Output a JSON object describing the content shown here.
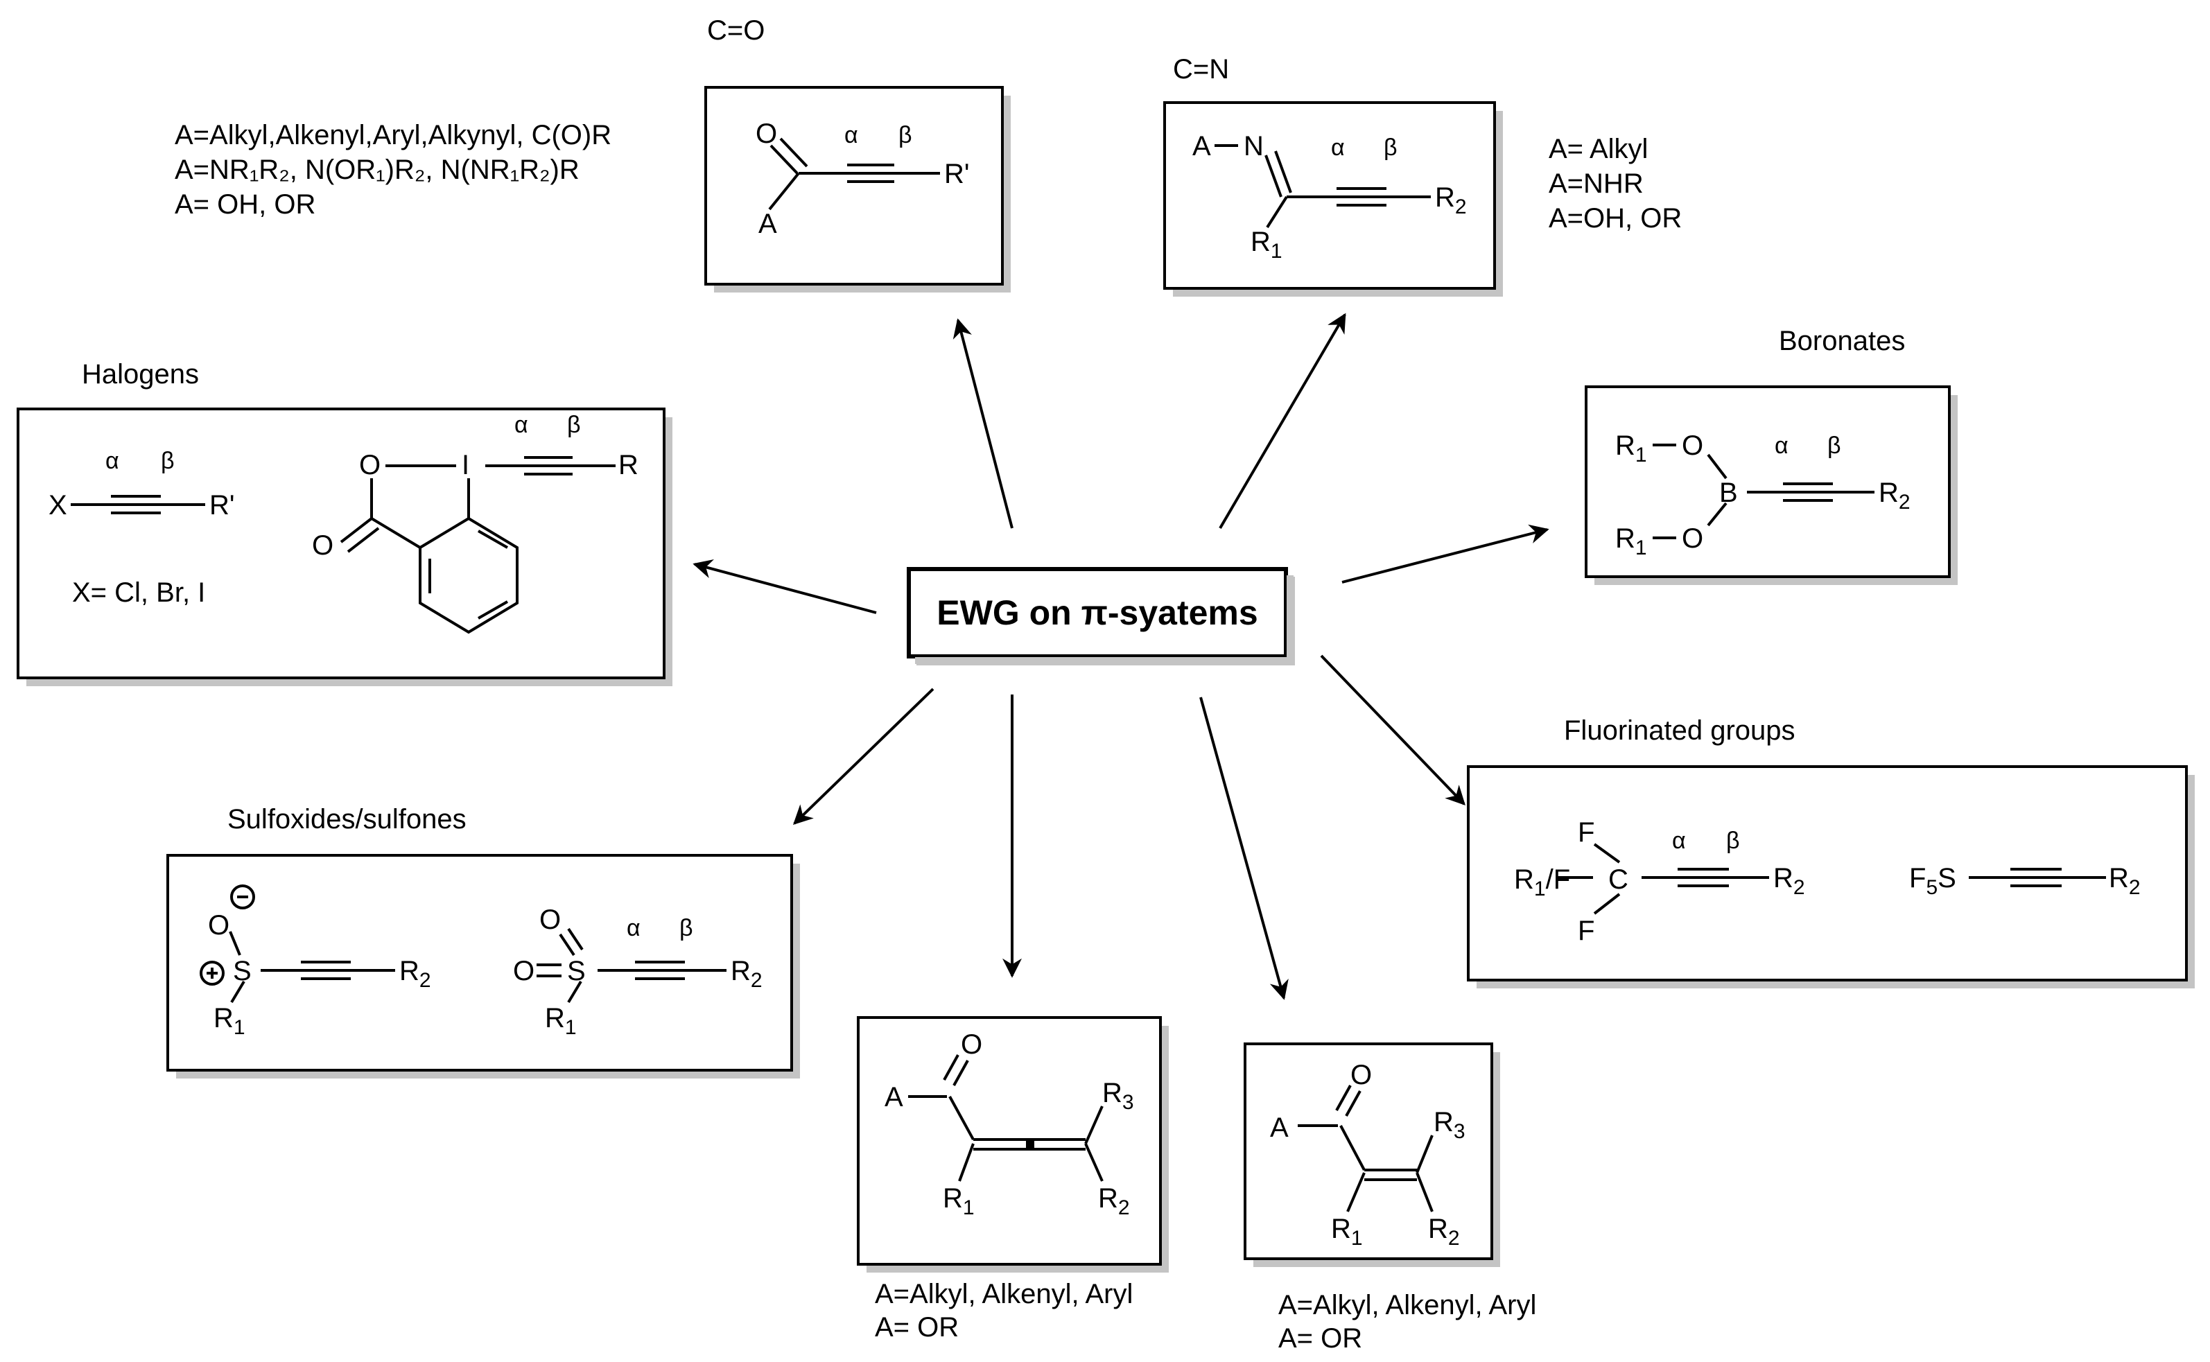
{
  "center": {
    "label": "EWG on π-syatems"
  },
  "categories": {
    "carbonyl": {
      "title": "C=O",
      "notes": [
        "A=Alkyl,Alkenyl,Aryl,Alkynyl, C(O)R",
        "A=NR₁R₂, N(OR₁)R₂, N(NR₁R₂)R",
        "A= OH, OR"
      ]
    },
    "imine": {
      "title": "C=N",
      "notes": [
        "A= Alkyl",
        "A=NHR",
        "A=OH, OR"
      ]
    },
    "boronates": {
      "title": "Boronates"
    },
    "halogens": {
      "title": "Halogens",
      "note": "X= Cl, Br, I"
    },
    "fluorinated": {
      "title": "Fluorinated groups"
    },
    "sulfur": {
      "title": "Sulfoxides/sulfones"
    },
    "allenone": {
      "notes": [
        "A=Alkyl, Alkenyl, Aryl",
        "A= OR"
      ]
    },
    "enone": {
      "notes": [
        "A=Alkyl, Alkenyl, Aryl",
        "A= OR"
      ]
    }
  },
  "labels": {
    "A": "A",
    "O": "O",
    "N": "N",
    "B": "B",
    "S": "S",
    "C": "C",
    "F": "F",
    "I": "I",
    "X": "X",
    "R": "R",
    "R_prime": "R'",
    "R1": "R",
    "R2": "R",
    "R3": "R",
    "sub1": "1",
    "sub2": "2",
    "sub3": "3",
    "sub5": "5",
    "alpha": "α",
    "beta": "β",
    "plus": "+",
    "minus": "−",
    "R1_over_F": "R₁/F"
  }
}
